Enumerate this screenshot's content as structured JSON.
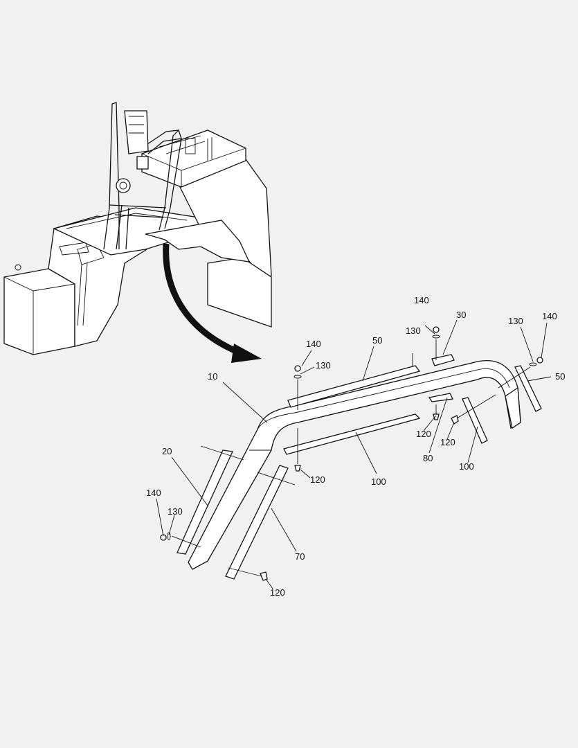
{
  "diagram": {
    "background": "#f1f1f1",
    "line_color": "#111111",
    "callouts": [
      {
        "id": "c140a",
        "text": "140"
      },
      {
        "id": "c30",
        "text": "30"
      },
      {
        "id": "c130a",
        "text": "130"
      },
      {
        "id": "c130b",
        "text": "130"
      },
      {
        "id": "c140b",
        "text": "140"
      },
      {
        "id": "c140c",
        "text": "140"
      },
      {
        "id": "c50a",
        "text": "50"
      },
      {
        "id": "c130c",
        "text": "130"
      },
      {
        "id": "c10",
        "text": "10"
      },
      {
        "id": "c50b",
        "text": "50"
      },
      {
        "id": "c120a",
        "text": "120"
      },
      {
        "id": "c120b",
        "text": "120"
      },
      {
        "id": "c80",
        "text": "80"
      },
      {
        "id": "c100a",
        "text": "100"
      },
      {
        "id": "c20",
        "text": "20"
      },
      {
        "id": "c120c",
        "text": "120"
      },
      {
        "id": "c100b",
        "text": "100"
      },
      {
        "id": "c140d",
        "text": "140"
      },
      {
        "id": "c130d",
        "text": "130"
      },
      {
        "id": "c70",
        "text": "70"
      },
      {
        "id": "c120d",
        "text": "120"
      }
    ]
  }
}
